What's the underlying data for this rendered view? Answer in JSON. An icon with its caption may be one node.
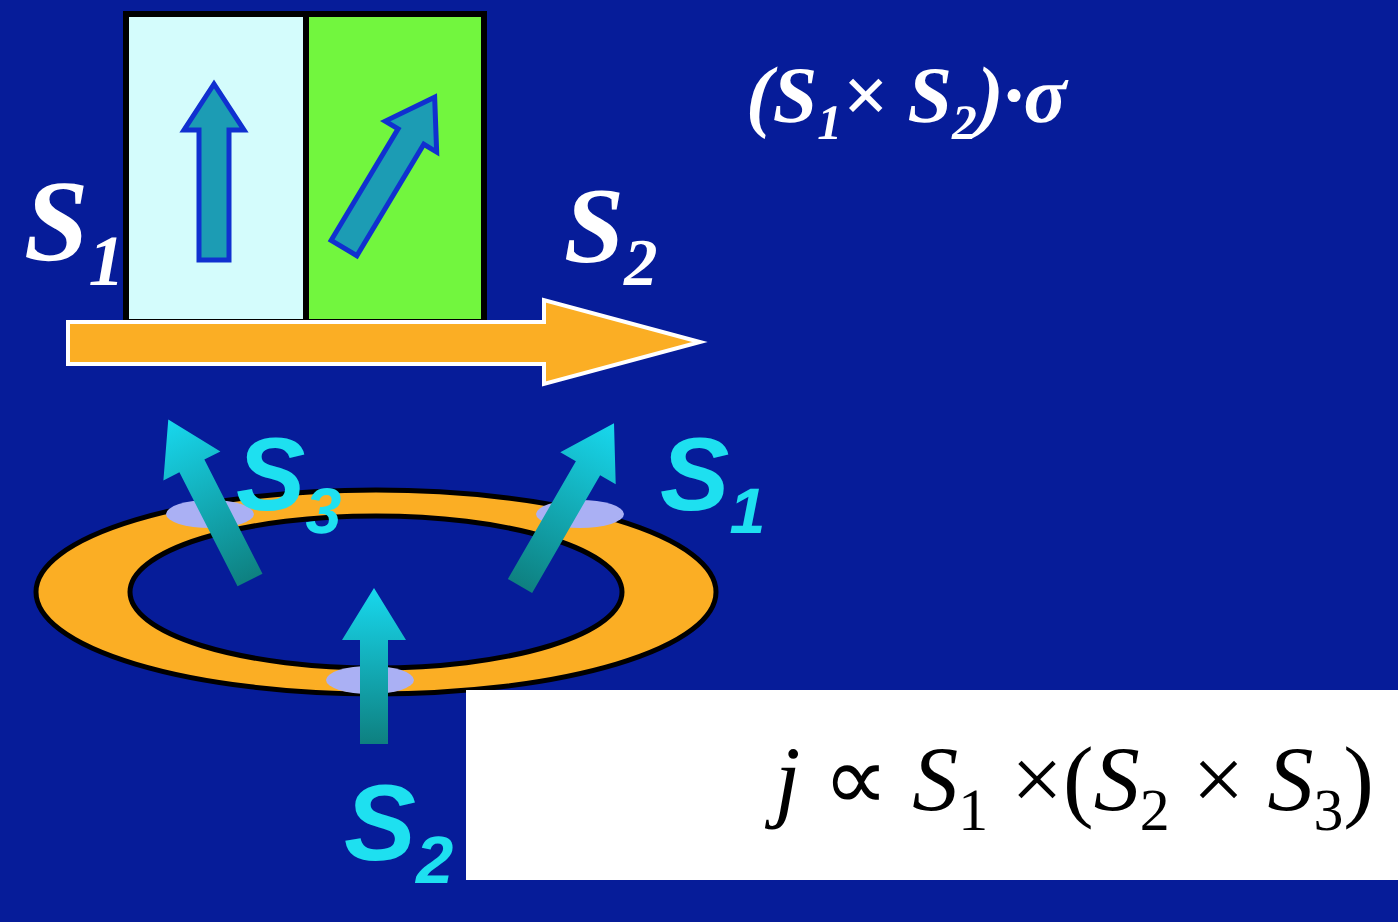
{
  "diagram": {
    "nodes": [
      {
        "text": [
          "*j* ∝ *S*$_{1}$ ×(*S*$_{2}$ × *S*$_{3}$)"
        ]
      }
    ],
    "labels": [
      "S$_{1}$",
      "(S$_{1}$× S$_{2}$)·σ",
      "S$_{2}$",
      "S$_{3}$",
      "S$_{1}$",
      "S$_{2}$"
    ]
  }
}
